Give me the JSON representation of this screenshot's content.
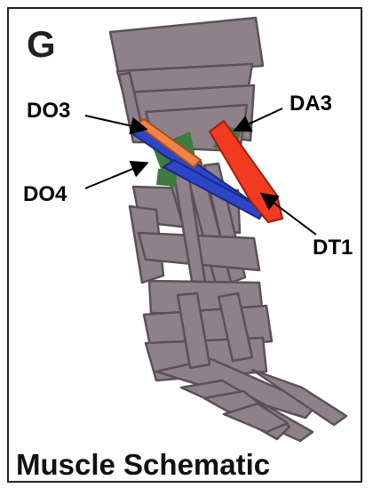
{
  "panel_letter": "G",
  "caption": "Muscle Schematic",
  "labels": {
    "do3": "DO3",
    "da3": "DA3",
    "do4": "DO4",
    "dt1": "DT1"
  },
  "colors": {
    "muscle_fill": "#8f8189",
    "muscle_stroke": "#5b5157",
    "do3": "#f0834a",
    "da3": "#f23a20",
    "do4": "#2d46c8",
    "dt1": "#2d46c8",
    "attachment": "#3f7a3f"
  }
}
